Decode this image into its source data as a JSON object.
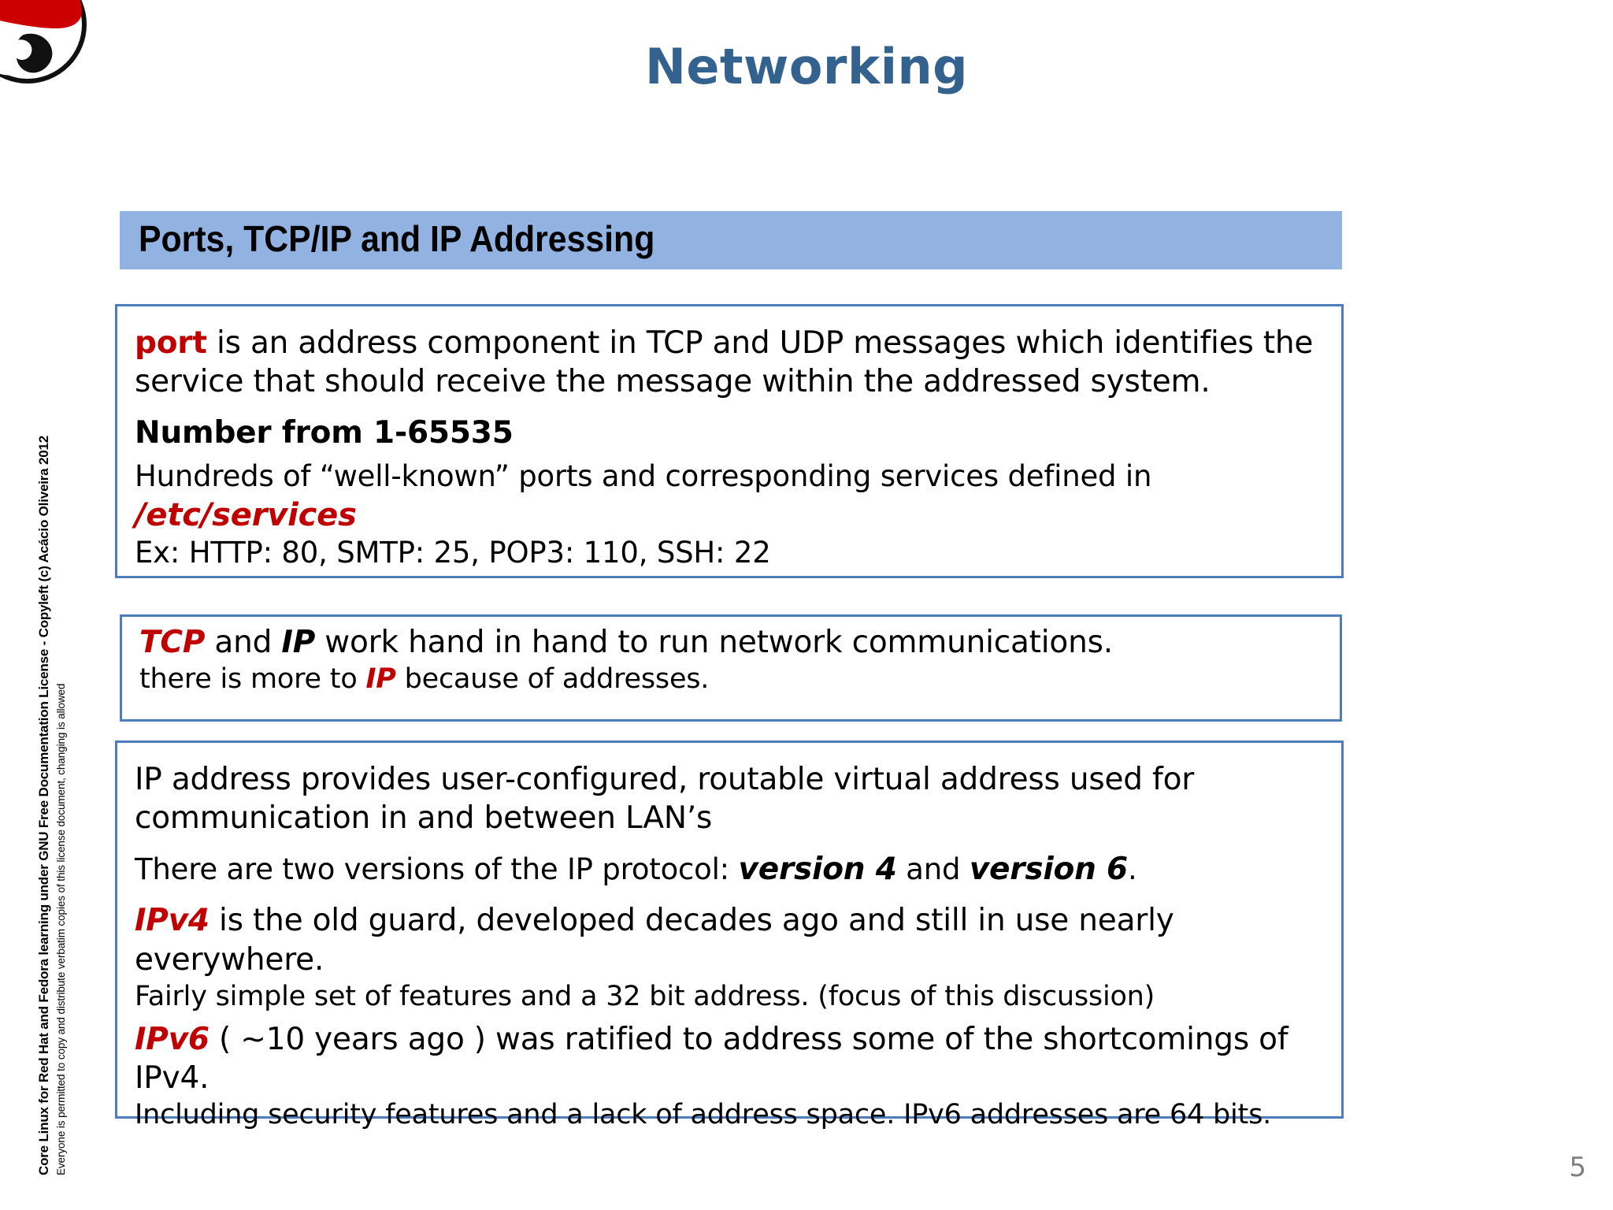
{
  "slide": {
    "title": "Networking",
    "title_color": "#33628f",
    "page_number": "5",
    "accent_blue": "#92b2e2",
    "border_blue": "#4d7ebb",
    "highlight_red": "#c00000"
  },
  "logo": {
    "name": "red-hat-shadowman-logo"
  },
  "banner": {
    "label": "Ports, TCP/IP and IP Addressing"
  },
  "boxes": {
    "port": {
      "line1_kw": "port",
      "line1_rest": " is an address component in TCP and UDP messages which identifies the service that should receive the message within the addressed system.",
      "line2": "Number from 1-65535",
      "line3_pre": "Hundreds of “well-known” ports and corresponding services defined in ",
      "line3_path": "/etc/services",
      "line4": "Ex: HTTP: 80, SMTP: 25, POP3: 110, SSH: 22"
    },
    "tcpip": {
      "l1_a": "TCP",
      "l1_b": " and ",
      "l1_c": "IP",
      "l1_d": " work hand in hand to run network communications.",
      "l2_a": "there is more to ",
      "l2_b": "IP",
      "l2_c": " because of addresses."
    },
    "ipaddr": {
      "l1": " IP address provides user-configured, routable virtual address used for communication in and between LAN’s",
      "l2_a": "There are two versions of the IP protocol: ",
      "l2_v4": "version 4",
      "l2_b": " and ",
      "l2_v6": "version 6",
      "l2_c": ".",
      "l3_kw": "IPv4",
      "l3_rest": " is the old guard, developed decades ago and still in use nearly everywhere.",
      "l4": "Fairly simple set of features and a 32 bit address. (focus of this discussion)",
      "l5_kw": "IPv6",
      "l5_rest": " ( ~10 years ago ) was ratified to address some of the shortcomings of IPv4.",
      "l6": "Including security features and a lack of address space. IPv6 addresses are 64 bits."
    }
  },
  "sidebar": {
    "main": "Core Linux for Red Hat and Fedora learning under GNU Free Documentation License  -  Copyleft (c) Acácio Oliveira 2012",
    "sub": "Everyone is permitted to copy and distribute verbatim copies of this license document, changing is allowed"
  }
}
